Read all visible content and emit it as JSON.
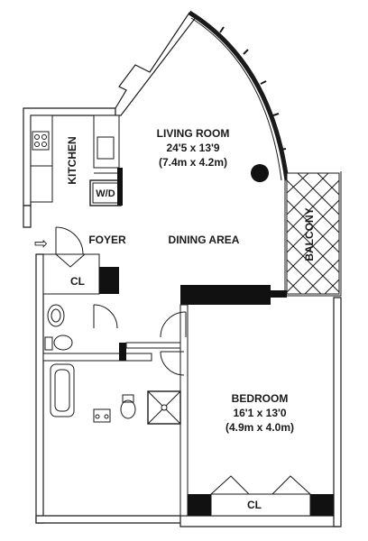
{
  "floorplan": {
    "rooms": {
      "living": {
        "name": "LIVING ROOM",
        "dims_ft": "24'5 x 13'9",
        "dims_m": "(7.4m x 4.2m)"
      },
      "kitchen": {
        "name": "KITCHEN"
      },
      "foyer": {
        "name": "FOYER"
      },
      "dining": {
        "name": "DINING AREA"
      },
      "balcony": {
        "name": "BALCONY"
      },
      "bedroom": {
        "name": "BEDROOM",
        "dims_ft": "16'1 x 13'0",
        "dims_m": "(4.9m x 4.0m)"
      }
    },
    "closet_label": "CL",
    "washer_dryer_label": "W/D",
    "entry_arrow": "⇨"
  }
}
